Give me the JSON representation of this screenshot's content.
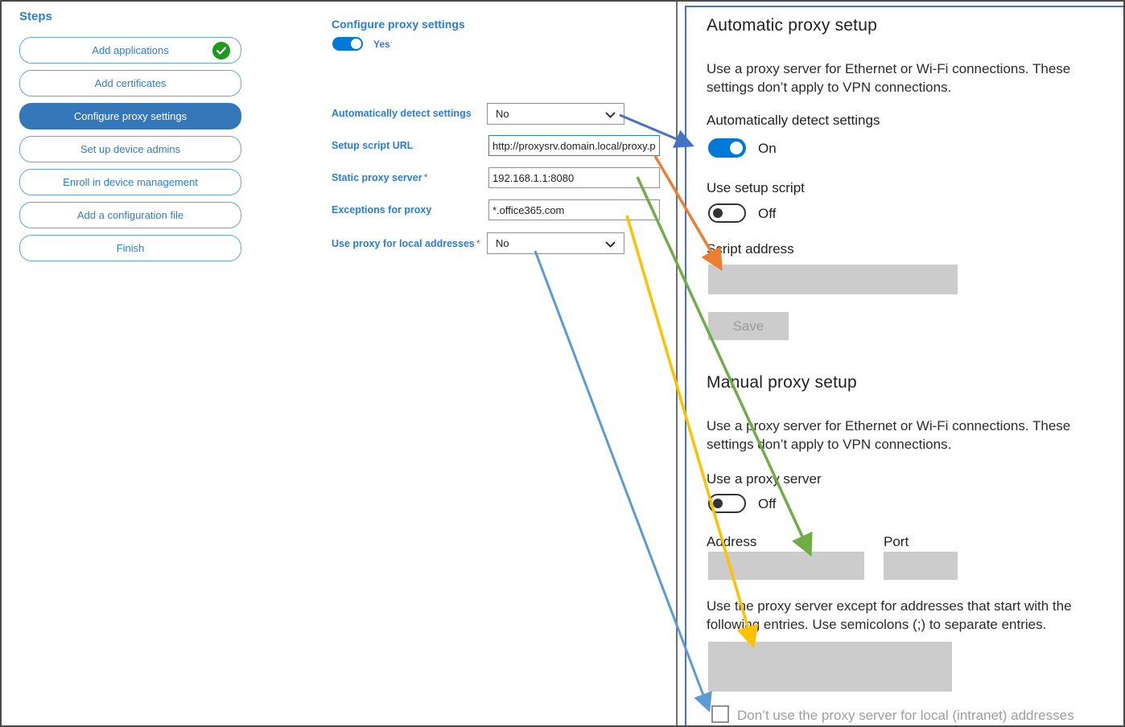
{
  "sidebar": {
    "title": "Steps",
    "items": [
      {
        "label": "Add applications",
        "completed": true,
        "selected": false
      },
      {
        "label": "Add certificates",
        "completed": false,
        "selected": false
      },
      {
        "label": "Configure proxy settings",
        "completed": false,
        "selected": true
      },
      {
        "label": "Set up device admins",
        "completed": false,
        "selected": false
      },
      {
        "label": "Enroll in device management",
        "completed": false,
        "selected": false
      },
      {
        "label": "Add a configuration file",
        "completed": false,
        "selected": false
      },
      {
        "label": "Finish",
        "completed": false,
        "selected": false
      }
    ]
  },
  "form": {
    "title": "Configure proxy settings",
    "enabled_toggle": {
      "state": "on",
      "label": "Yes"
    },
    "required_marker": "*",
    "fields": [
      {
        "label": "Automatically detect settings",
        "type": "select",
        "value": "No",
        "required": false
      },
      {
        "label": "Setup script URL",
        "type": "text",
        "value": "http://proxysrv.domain.local/proxy.pa",
        "required": false,
        "focused": true
      },
      {
        "label": "Static proxy server",
        "type": "text",
        "value": "192.168.1.1:8080",
        "required": true
      },
      {
        "label": "Exceptions for proxy",
        "type": "text",
        "value": "*.office365.com",
        "required": false
      },
      {
        "label": "Use proxy for local addresses",
        "type": "select",
        "value": "No",
        "required": true
      }
    ]
  },
  "settings_panel": {
    "automatic": {
      "heading": "Automatic proxy setup",
      "description": "Use a proxy server for Ethernet or Wi-Fi connections. These settings don’t apply to VPN connections.",
      "auto_detect_label": "Automatically detect settings",
      "auto_detect_state": "On",
      "setup_script_label": "Use setup script",
      "setup_script_state": "Off",
      "script_address_label": "Script address",
      "save_label": "Save"
    },
    "manual": {
      "heading": "Manual proxy setup",
      "description": "Use a proxy server for Ethernet or Wi-Fi connections. These settings don’t apply to VPN connections.",
      "use_proxy_label": "Use a proxy server",
      "use_proxy_state": "Off",
      "address_label": "Address",
      "port_label": "Port",
      "exceptions_description": "Use the proxy server except for addresses that start with the following entries. Use semicolons (;) to separate entries.",
      "local_checkbox_label": "Don’t use the proxy server for local (intranet) addresses"
    }
  },
  "colors": {
    "accent_blue": "#0078d7",
    "label_blue": "#2b7cd3",
    "selected_step": "#3478b9",
    "panel_border": "#4472c4",
    "field_gray": "#cccccc",
    "check_green": "#1a9c1a",
    "arrow_blue": "#4472c4",
    "arrow_orange": "#ed7d31",
    "arrow_green": "#70ad47",
    "arrow_yellow": "#ffc000",
    "arrow_lightblue": "#5b9bd5"
  }
}
